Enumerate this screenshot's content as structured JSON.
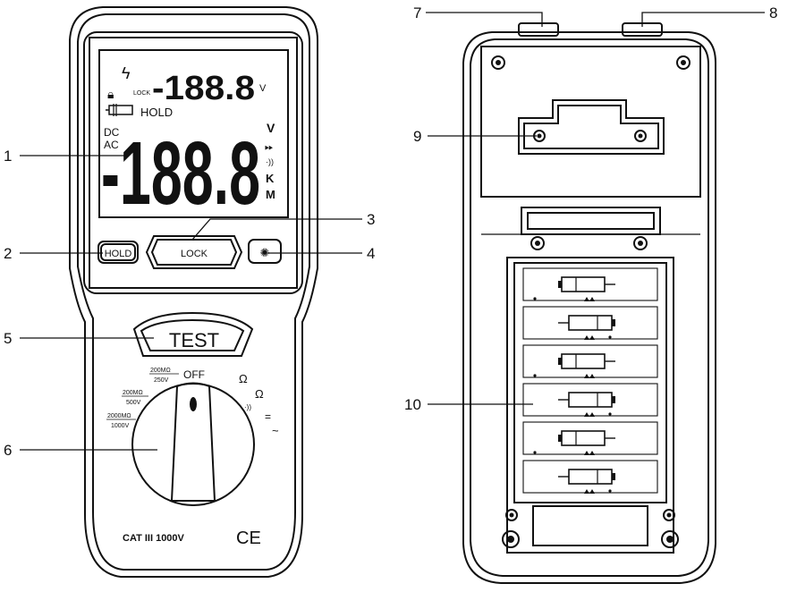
{
  "callouts": [
    {
      "id": "1",
      "text": "1"
    },
    {
      "id": "2",
      "text": "2"
    },
    {
      "id": "3",
      "text": "3"
    },
    {
      "id": "4",
      "text": "4"
    },
    {
      "id": "5",
      "text": "5"
    },
    {
      "id": "6",
      "text": "6"
    },
    {
      "id": "7",
      "text": "7"
    },
    {
      "id": "8",
      "text": "8"
    },
    {
      "id": "9",
      "text": "9"
    },
    {
      "id": "10",
      "text": "10"
    }
  ],
  "lcd": {
    "sub_readout": "-188.8",
    "sub_unit": "V",
    "lock_indicator": "LOCK",
    "hold_indicator": "HOLD",
    "dc": "DC",
    "ac": "AC",
    "main_readout": "-188.8",
    "unit_v": "V",
    "unit_k": "K",
    "unit_m": "M"
  },
  "buttons": {
    "hold": "HOLD",
    "lock": "LOCK",
    "test": "TEST"
  },
  "dial": {
    "off": "OFF",
    "range_200_top": "200MΩ",
    "range_200_bot": "250V",
    "range_2000_top": "200MΩ",
    "range_2000_bot": "500V",
    "range_20000_top": "2000MΩ",
    "range_20000_bot": "1000V",
    "ohm_1": "Ω",
    "ohm_2": "Ω",
    "dc_v": "=",
    "ac_v": "~"
  },
  "rating": "CAT III 1000V",
  "ce_mark": "CE"
}
